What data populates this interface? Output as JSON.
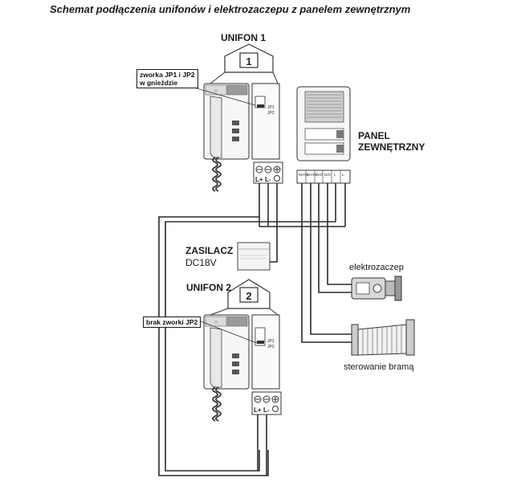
{
  "title": "Schemat podłączenia unifonów i elektrozaczepu z panelem zewnętrznym",
  "unifon1": {
    "label": "UNIFON 1",
    "number": "1",
    "callout": "zworka JP1 i JP2\nw gnieździe",
    "jp1": "JP1",
    "jp2": "JP2",
    "terminal_plus": "L+",
    "terminal_minus": "L-"
  },
  "unifon2": {
    "label": "UNIFON 2",
    "number": "2",
    "callout": "brak zworki JP2",
    "jp1": "JP1",
    "jp2": "JP2",
    "terminal_plus": "L+",
    "terminal_minus": "L-"
  },
  "panel": {
    "label_line1": "PANEL",
    "label_line2": "ZEWNĘTRZNY",
    "terminals": [
      "WATE",
      "GATE",
      "D/O",
      "D/O",
      "L",
      "L"
    ]
  },
  "power_supply": {
    "label": "ZASILACZ",
    "spec": "DC18V"
  },
  "lock": {
    "label": "elektrozaczep"
  },
  "gate": {
    "label": "sterowanie bramą"
  },
  "colors": {
    "wire": "#2a2a2a",
    "device_fill": "#f4f4f4",
    "device_stroke": "#3a3a3a",
    "grey_part": "#9a9a9a"
  },
  "icons": {
    "house": "house-outline-icon",
    "terminal": "screw-terminal-icon",
    "lock": "electric-lock-icon",
    "gate": "gate-icon"
  }
}
